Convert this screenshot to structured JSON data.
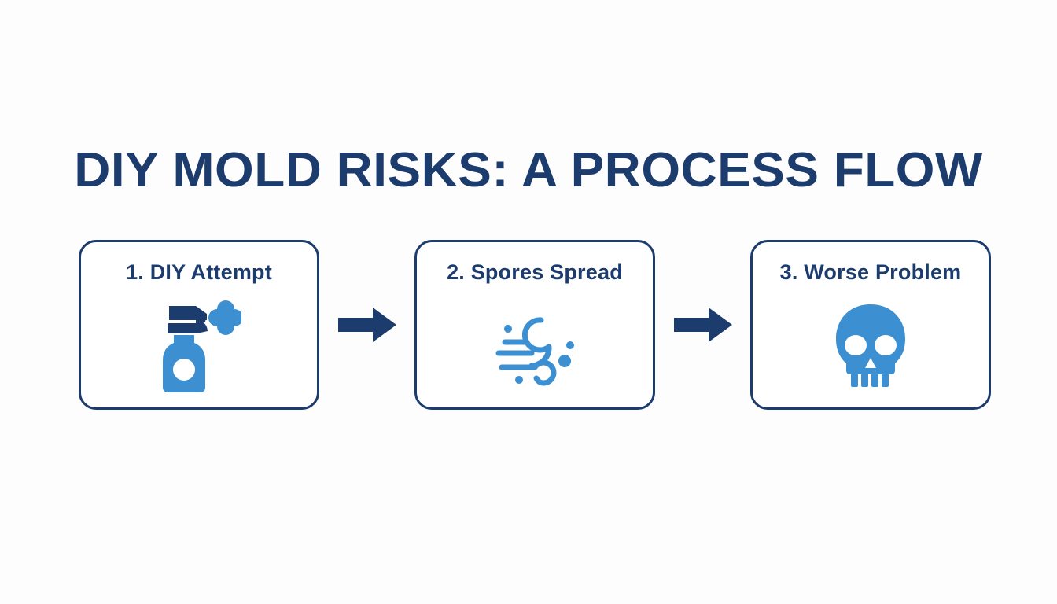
{
  "page": {
    "title": "DIY MOLD RISKS: A PROCESS FLOW",
    "background_color": "#fdfdfe",
    "navy": "#1d3c6e",
    "icon_blue": "#3c8fd0"
  },
  "flow": {
    "steps": [
      {
        "label": "1. DIY Attempt",
        "icon": "spray-bottle-icon"
      },
      {
        "label": "2. Spores Spread",
        "icon": "wind-swirl-icon"
      },
      {
        "label": "3. Worse Problem",
        "icon": "skull-icon"
      }
    ],
    "connectors": [
      {
        "icon": "arrow-right-icon"
      },
      {
        "icon": "arrow-right-icon"
      }
    ]
  }
}
